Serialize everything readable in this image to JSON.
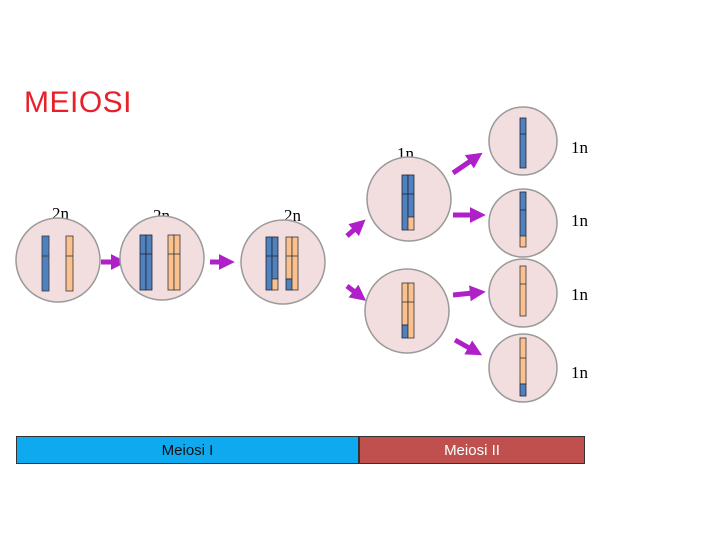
{
  "title": "MEIOSI",
  "ploidy": {
    "parent": "2n",
    "replicated": "2n",
    "metaphase": "2n",
    "meiosis1_top": "1n",
    "gamete1": "1n",
    "gamete2": "1n",
    "gamete3": "1n",
    "gamete4": "1n"
  },
  "phases": {
    "meiosis1": "Meiosi I",
    "meiosis2": "Meiosi II"
  },
  "colors": {
    "cell_fill": "#f2dede",
    "cell_stroke": "#9a9a9a",
    "maternal_chromosome": "#4f81bd",
    "paternal_chromosome": "#fac090",
    "arrow": "#b020c8",
    "meiosis1_bar": "#0ea9ee",
    "meiosis2_bar": "#c0504d",
    "title": "#e8202a"
  }
}
